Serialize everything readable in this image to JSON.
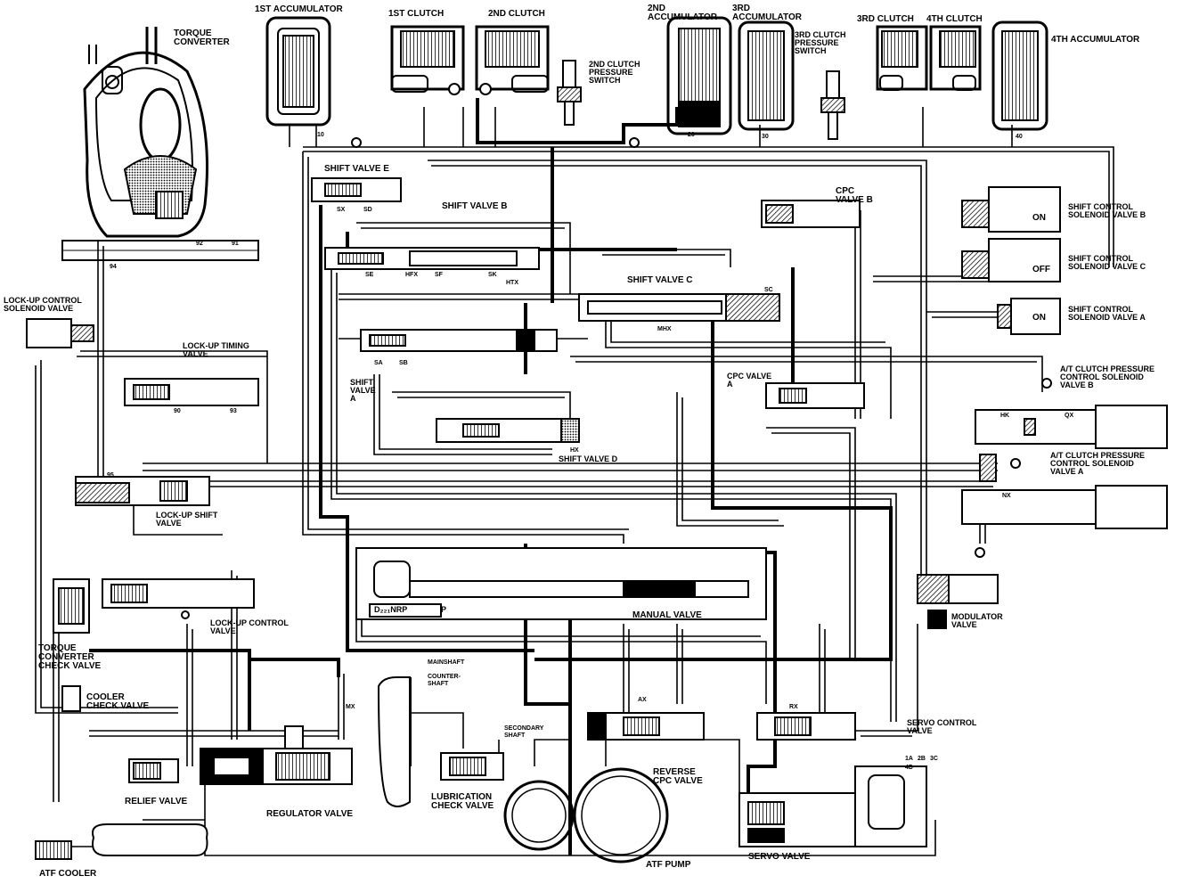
{
  "diagram": {
    "colors": {
      "ink": "#000000",
      "paper": "#ffffff",
      "hatch": "#555555"
    },
    "labels": {
      "torque_converter": "TORQUE\nCONVERTER",
      "accumulator_1st": "1ST ACCUMULATOR",
      "clutch_1st": "1ST CLUTCH",
      "clutch_2nd": "2ND CLUTCH",
      "accumulator_2nd": "2ND\nACCUMULATOR",
      "accumulator_3rd": "3RD\nACCUMULATOR",
      "clutch_3rd": "3RD CLUTCH",
      "clutch_4th": "4TH CLUTCH",
      "accumulator_4th": "4TH ACCUMULATOR",
      "pressure_switch_2nd": "2ND CLUTCH\nPRESSURE\nSWITCH",
      "pressure_switch_3rd": "3RD CLUTCH\nPRESSURE\nSWITCH",
      "shift_valve_e": "SHIFT VALVE E",
      "shift_valve_b": "SHIFT VALVE B",
      "cpc_valve_b": "CPC\nVALVE B",
      "shift_solenoid_b": "SHIFT CONTROL\nSOLENOID VALVE B",
      "shift_solenoid_c": "SHIFT CONTROL\nSOLENOID VALVE C",
      "shift_solenoid_a": "SHIFT CONTROL\nSOLENOID VALVE A",
      "solenoid_on_1": "ON",
      "solenoid_off": "OFF",
      "solenoid_on_2": "ON",
      "shift_valve_c": "SHIFT VALVE C",
      "lockup_control_solenoid": "LOCK-UP CONTROL\nSOLENOID VALVE",
      "lockup_timing_valve": "LOCK-UP TIMING\nVALVE",
      "shift_valve_a": "SHIFT\nVALVE\nA",
      "cpc_valve_a": "CPC VALVE\nA",
      "at_clutch_solenoid_b": "A/T CLUTCH PRESSURE\nCONTROL SOLENOID\nVALVE B",
      "at_clutch_solenoid_a": "A/T CLUTCH PRESSURE\nCONTROL SOLENOID\nVALVE A",
      "shift_valve_d": "SHIFT VALVE D",
      "lockup_shift_valve": "LOCK-UP SHIFT\nVALVE",
      "lockup_control_valve": "LOCK-UP CONTROL\nVALVE",
      "manual_valve": "MANUAL VALVE",
      "modulator_valve": "MODULATOR\nVALVE",
      "torque_converter_check_valve": "TORQUE\nCONVERTER\nCHECK VALVE",
      "cooler_check_valve": "COOLER\nCHECK VALVE",
      "mainshaft": "MAINSHAFT",
      "countershaft": "COUNTER-\nSHAFT",
      "secondary_shaft": "SECONDARY\nSHAFT",
      "servo_control_valve": "SERVO CONTROL\nVALVE",
      "reverse_cpc_valve": "REVERSE\nCPC VALVE",
      "relief_valve": "RELIEF VALVE",
      "regulator_valve": "REGULATOR VALVE",
      "lubrication_check_valve": "LUBRICATION\nCHECK VALVE",
      "atf_cooler": "ATF COOLER",
      "atf_pump": "ATF PUMP",
      "servo_valve": "SERVO VALVE",
      "gear_positions": "D₂₂₁NRP",
      "park": "P"
    },
    "ports": {
      "p10": "10",
      "p20": "20",
      "p30": "30",
      "p40": "40",
      "p1a": "1A",
      "p2b": "2B",
      "p3c": "3C",
      "p4d": "4D",
      "p92": "92",
      "p94": "94",
      "p91": "91",
      "p90": "90",
      "p93": "93",
      "p95": "95",
      "sx": "SX",
      "sd": "SD",
      "se": "SE",
      "sb": "SB",
      "sf": "SF",
      "sa": "SA",
      "sc": "SC",
      "sk": "SK",
      "mx": "MX",
      "hx": "HX",
      "hfx": "HFX",
      "htx": "HTX",
      "mhx": "MHX",
      "ax": "AX",
      "rx": "RX",
      "hk": "HK",
      "nx": "NX",
      "qx": "QX"
    }
  }
}
